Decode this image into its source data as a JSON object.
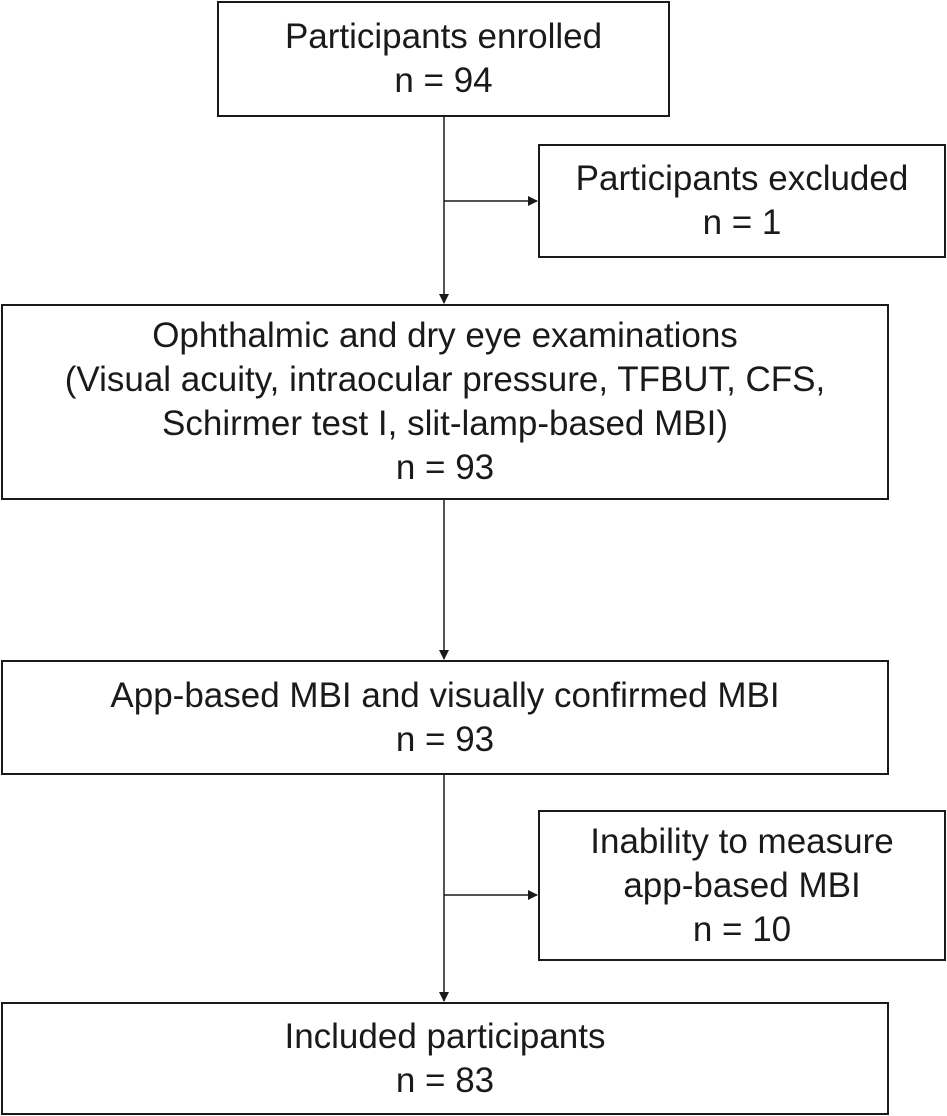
{
  "flowchart": {
    "enrolled": {
      "title": "Participants enrolled",
      "count": "n = 94"
    },
    "excluded": {
      "title": "Participants excluded",
      "count": "n = 1"
    },
    "examinations": {
      "title": "Ophthalmic and dry eye examinations",
      "detail_line1": "(Visual acuity, intraocular pressure, TFBUT, CFS,",
      "detail_line2": "Schirmer test I, slit-lamp-based MBI)",
      "count": "n = 93"
    },
    "app_based": {
      "title": "App-based MBI and visually confirmed MBI",
      "count": "n = 93"
    },
    "inability": {
      "title_line1": "Inability to measure",
      "title_line2": "app-based MBI",
      "count": "n = 10"
    },
    "included": {
      "title": "Included participants",
      "count": "n = 83"
    }
  }
}
